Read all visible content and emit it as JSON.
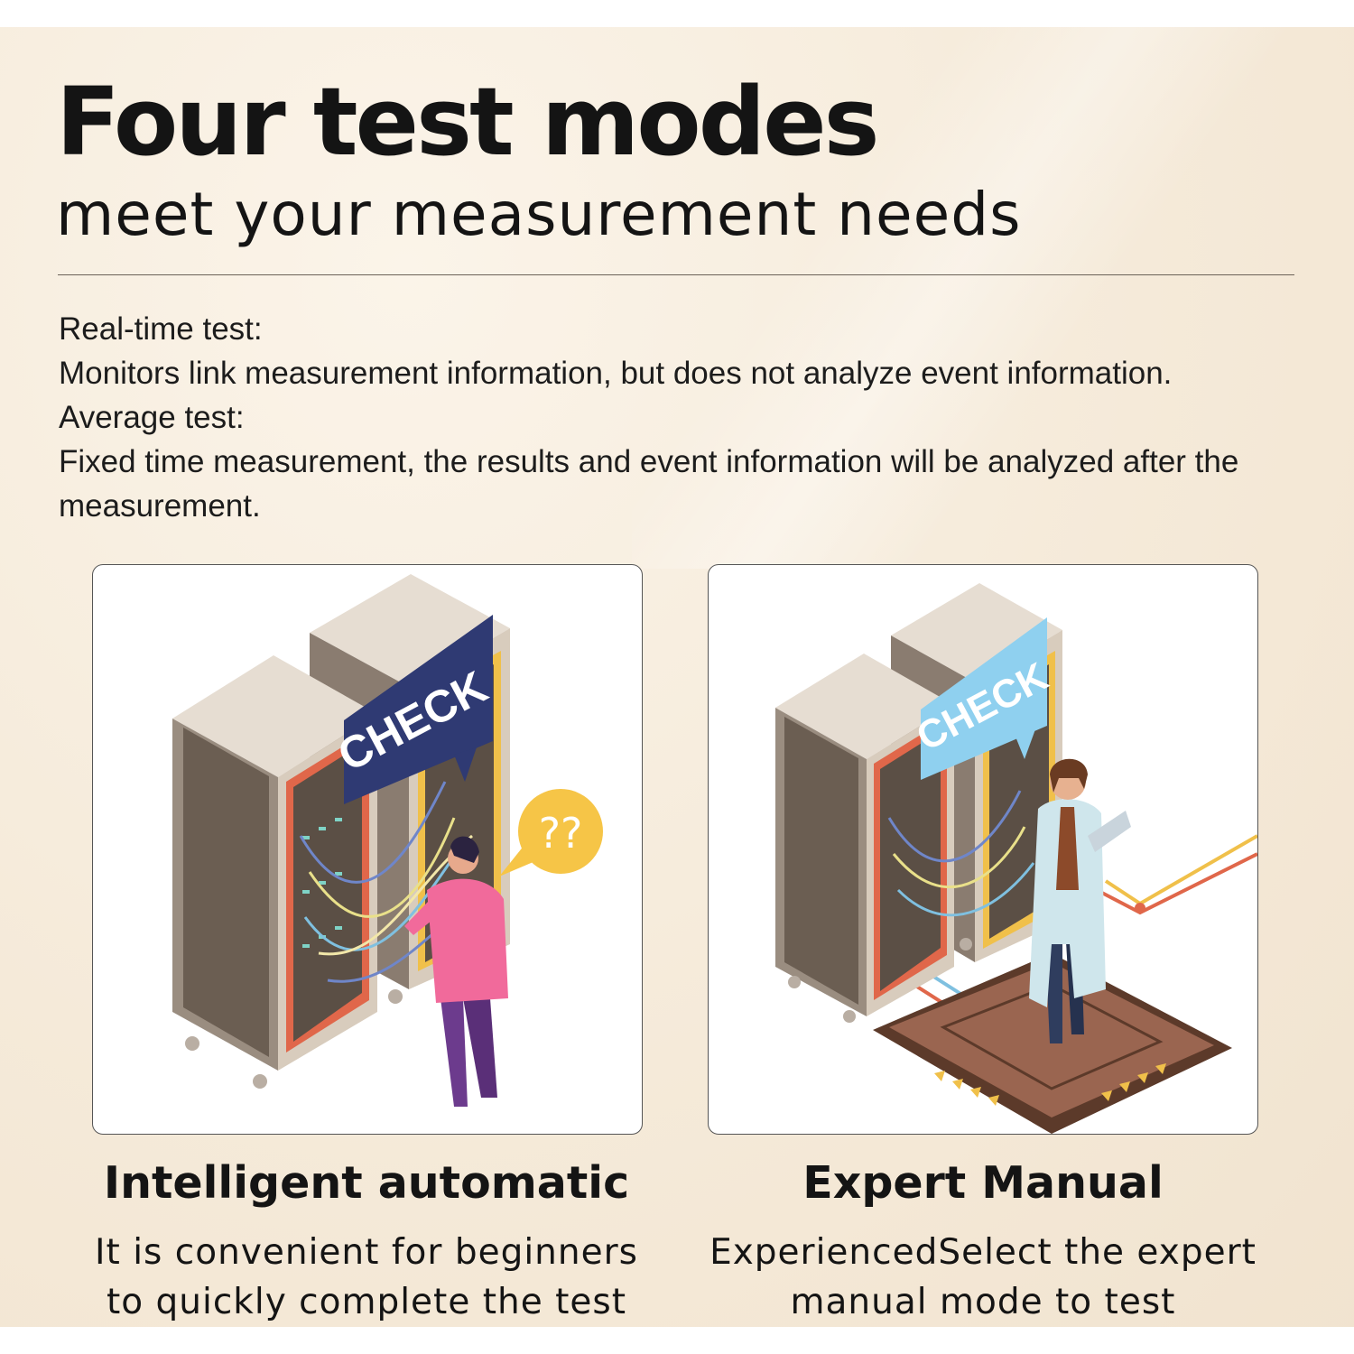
{
  "header": {
    "title": "Four test modes",
    "subtitle": "meet your measurement needs"
  },
  "description": {
    "lines": [
      "Real-time test:",
      "Monitors link measurement information, but does not analyze event information.",
      "Average test:",
      "Fixed time measurement, the results and event information will be analyzed after the measurement."
    ]
  },
  "modes": [
    {
      "title": "Intelligent automatic",
      "description_lines": [
        "It is convenient for beginners",
        "to quickly complete the test"
      ],
      "illustration": {
        "sign_text": "CHECK",
        "bubble_text": "??",
        "sign_color": "#2f3a73",
        "bubble_color": "#f6c547"
      }
    },
    {
      "title": "Expert Manual",
      "description_lines": [
        "ExperiencedSelect the expert",
        "manual mode to test"
      ],
      "illustration": {
        "sign_text": "CHECK",
        "sign_color": "#8fd0ef"
      }
    }
  ],
  "colors": {
    "background": "#f5ead9",
    "text": "#141414",
    "rack_body": "#d8ccbd",
    "rack_panel": "#6b5e52",
    "rack_trim": "#e0674a",
    "rack_trim_alt": "#f0c04a"
  }
}
